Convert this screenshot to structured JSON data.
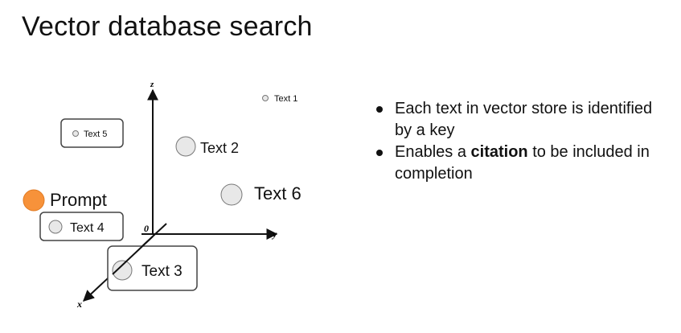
{
  "title": "Vector database search",
  "axes": {
    "z": "z",
    "y": "y",
    "x": "x",
    "origin": "0"
  },
  "points": [
    {
      "id": "text1",
      "label": "Text 1",
      "framed": false
    },
    {
      "id": "text2",
      "label": "Text 2",
      "framed": false
    },
    {
      "id": "text3",
      "label": "Text 3",
      "framed": true
    },
    {
      "id": "text4",
      "label": "Text 4",
      "framed": true
    },
    {
      "id": "text5",
      "label": "Text 5",
      "framed": true
    },
    {
      "id": "text6",
      "label": "Text 6",
      "framed": false
    },
    {
      "id": "prompt",
      "label": "Prompt",
      "framed": false,
      "color": "#f7923a"
    }
  ],
  "bullets": [
    {
      "text": "Each text in vector store is identified by a key"
    },
    {
      "before": "Enables a ",
      "bold": "citation",
      "after": " to be included in completion"
    }
  ]
}
